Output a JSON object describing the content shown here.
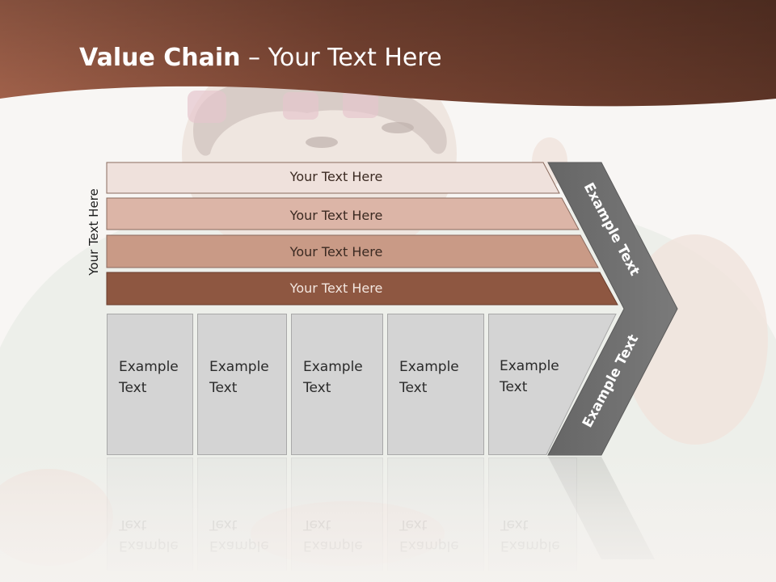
{
  "slide": {
    "title_bold": "Value Chain",
    "title_rest": " – Your Text Here"
  },
  "side_label": "Your Text Here",
  "bars": [
    {
      "label": "Your Text Here",
      "color": "#efe1dc"
    },
    {
      "label": "Your Text Here",
      "color": "#dcb5a7"
    },
    {
      "label": "Your Text Here",
      "color": "#c99a86"
    },
    {
      "label": "Your Text Here",
      "color": "#8e5741"
    }
  ],
  "boxes": [
    {
      "label": "Example\nText"
    },
    {
      "label": "Example\nText"
    },
    {
      "label": "Example\nText"
    },
    {
      "label": "Example\nText"
    },
    {
      "label": "Example\nText"
    }
  ],
  "chevron": {
    "top_label": "Example Text",
    "bottom_label": "Example Text",
    "color": "#6d6d6d"
  },
  "colors": {
    "header_dark": "#5c3426",
    "header_light": "#a2624b",
    "box_fill": "#d4d4d4"
  }
}
